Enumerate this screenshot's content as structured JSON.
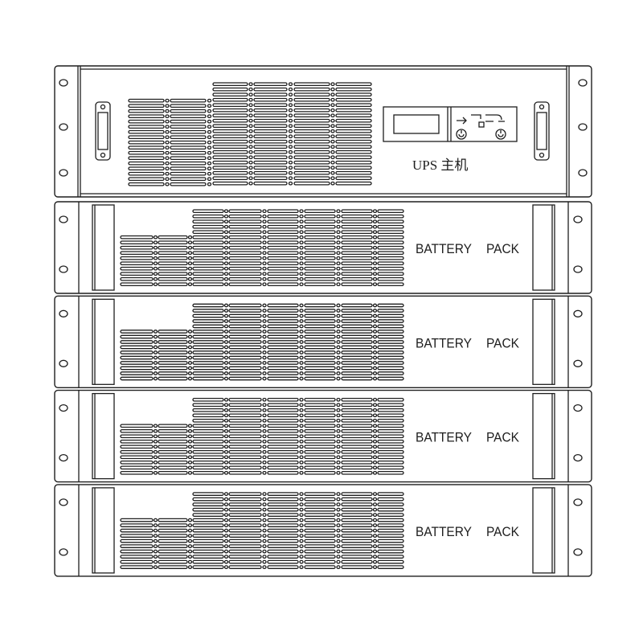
{
  "ups_unit": {
    "label": "UPS 主机"
  },
  "battery_packs": [
    {
      "label_left": "BATTERY",
      "label_right": "PACK"
    },
    {
      "label_left": "BATTERY",
      "label_right": "PACK"
    },
    {
      "label_left": "BATTERY",
      "label_right": "PACK"
    },
    {
      "label_left": "BATTERY",
      "label_right": "PACK"
    }
  ],
  "colors": {
    "stroke": "#1e1e1e",
    "background": "#ffffff"
  }
}
